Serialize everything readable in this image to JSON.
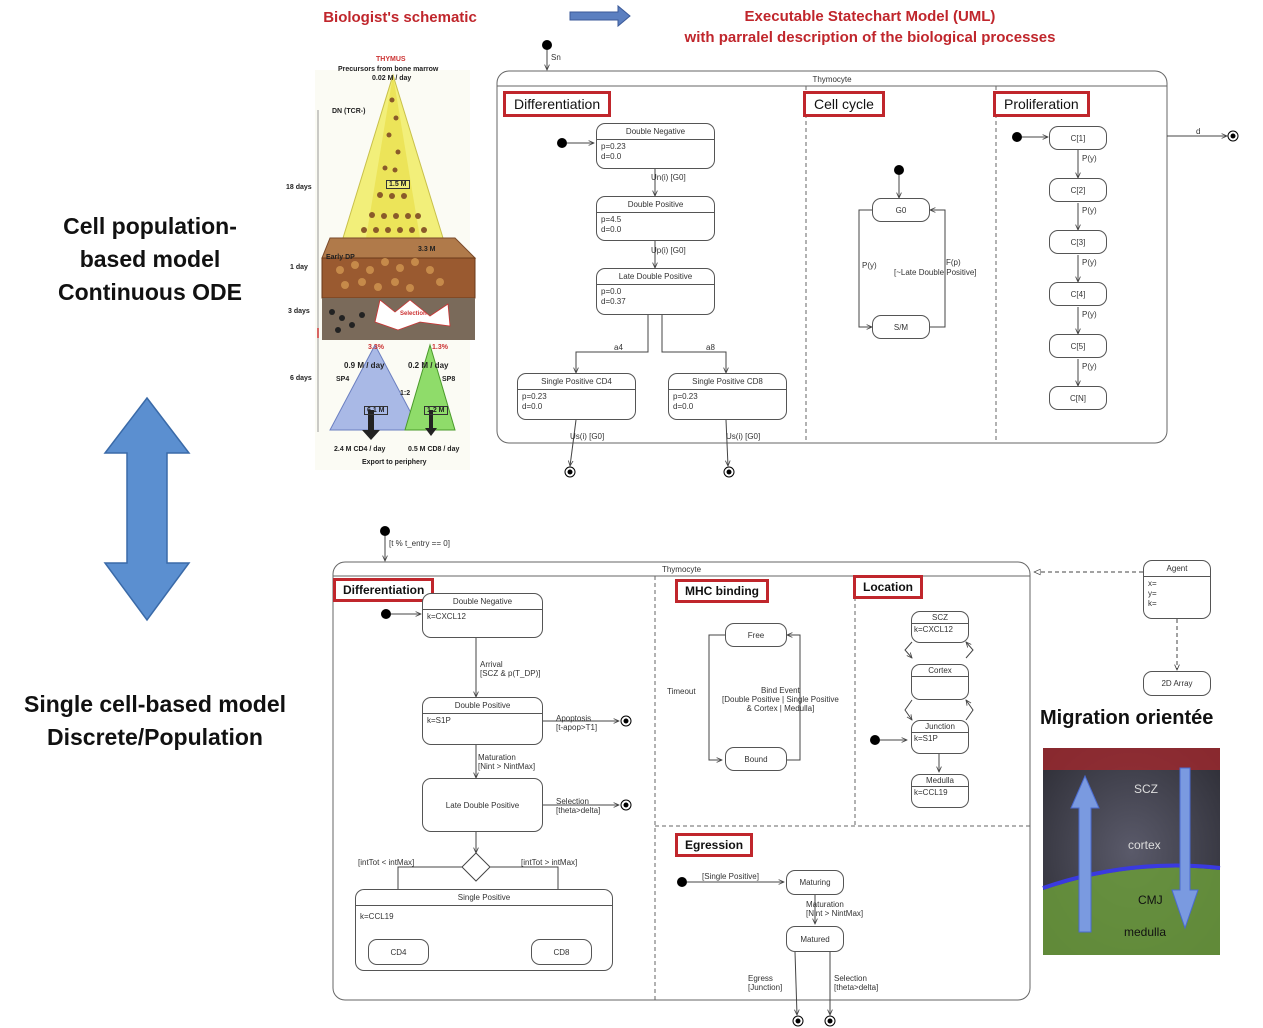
{
  "titles": {
    "bio": "Biologist's schematic",
    "uml_1": "Executable Statechart Model (UML)",
    "uml_2": "with parralel description of the biological processes"
  },
  "left": {
    "pop_1": "Cell population-",
    "pop_2": "based model",
    "pop_3": "Continuous ODE",
    "single_1": "Single cell-based model",
    "single_2": "Discrete/Population"
  },
  "bio": {
    "thymus": "THYMUS",
    "precursors": "Precursors from bone marrow",
    "rate": "0.02 M / day",
    "dn": "DN (TCR-)",
    "d18": "18 days",
    "d1": "1 day",
    "d3": "3 days",
    "d6": "6 days",
    "early_dp": "Early DP",
    "m15": "1.5 M",
    "m33": "3.3 M",
    "selection": "Selection",
    "p33": "3.3%",
    "p13": "1.3%",
    "sp4_rate": "0.9 M / day",
    "sp8_rate": "0.2 M / day",
    "sp4": "SP4",
    "sp8": "SP8",
    "m61": "6.1 M",
    "m12": "1.2 M",
    "ratio": "1:2",
    "out4": "2.4 M CD4 / day",
    "out8": "0.5 M CD8 / day",
    "export": "Export to periphery"
  },
  "top_model": {
    "init": "Sn",
    "title": "Thymocyte",
    "exit": "d",
    "regions": {
      "diff": "Differentiation",
      "cycle": "Cell cycle",
      "prolif": "Proliferation"
    },
    "dn": {
      "name": "Double Negative",
      "body": "p=0.23\nd=0.0"
    },
    "dp": {
      "name": "Double Positive",
      "body": "p=4.5\nd=0.0"
    },
    "ldp": {
      "name": "Late Double Positive",
      "body": "p=0.0\nd=0.37"
    },
    "sp4": {
      "name": "Single Positive CD4",
      "body": "p=0.23\nd=0.0"
    },
    "sp8": {
      "name": "Single Positive CD8",
      "body": "p=0.23\nd=0.0"
    },
    "t_un": "Un(i) [G0]",
    "t_up": "Up(i) [G0]",
    "t_a4": "a4",
    "t_a8": "a8",
    "t_us1": "Us(i) [G0]",
    "t_us2": "Us(i) [G0]",
    "g0": "G0",
    "sm": "S/M",
    "t_py": "P(y)",
    "t_fp": "F(p)",
    "t_fp2": "[~Late Double Positive]",
    "c": [
      "C[1]",
      "C[2]",
      "C[3]",
      "C[4]",
      "C[5]",
      "C[N]"
    ],
    "py": "P(y)"
  },
  "bottom_model": {
    "guard": "[t % t_entry == 0]",
    "title": "Thymocyte",
    "regions": {
      "diff": "Differentiation",
      "mhc": "MHC binding",
      "loc": "Location",
      "egress": "Egression"
    },
    "dn": {
      "name": "Double Negative",
      "body": "k=CXCL12"
    },
    "dp": {
      "name": "Double Positive",
      "body": "k=S1P"
    },
    "ldp": "Late Double Positive",
    "sp": {
      "name": "Single Positive",
      "body": "k=CCL19"
    },
    "cd4": "CD4",
    "cd8": "CD8",
    "arrival": "Arrival\n[SCZ & p(T_DP)]",
    "apoptosis": "Apoptosis\n[t-apop>T1]",
    "maturation": "Maturation\n[Nint > NintMax]",
    "selection": "Selection\n[theta>delta]",
    "g_lt": "[intTot < intMax]",
    "g_gt": "[intTot > intMax]",
    "free": "Free",
    "bound": "Bound",
    "timeout": "Timeout",
    "bind": "Bind Event\n[Double Positive | Single Positive\n& Cortex | Medulla]",
    "scz": {
      "name": "SCZ",
      "body": "k=CXCL12"
    },
    "cortex": "Cortex",
    "junction": {
      "name": "Junction",
      "body": "k=S1P"
    },
    "medulla": {
      "name": "Medulla",
      "body": "k=CCL19"
    },
    "sp_guard": "[Single Positive]",
    "maturing": "Maturing",
    "matured": "Matured",
    "mat2": "Maturation\n[Nint > NintMax]",
    "egress": "Egress\n[Junction]",
    "sel2": "Selection\n[theta>delta]",
    "agent": {
      "name": "Agent",
      "body": "x=\ny=\nk="
    },
    "array": "2D Array"
  },
  "migration": {
    "title": "Migration  orientée",
    "scz": "SCZ",
    "cortex": "cortex",
    "cmj": "CMJ",
    "medulla": "medulla"
  }
}
